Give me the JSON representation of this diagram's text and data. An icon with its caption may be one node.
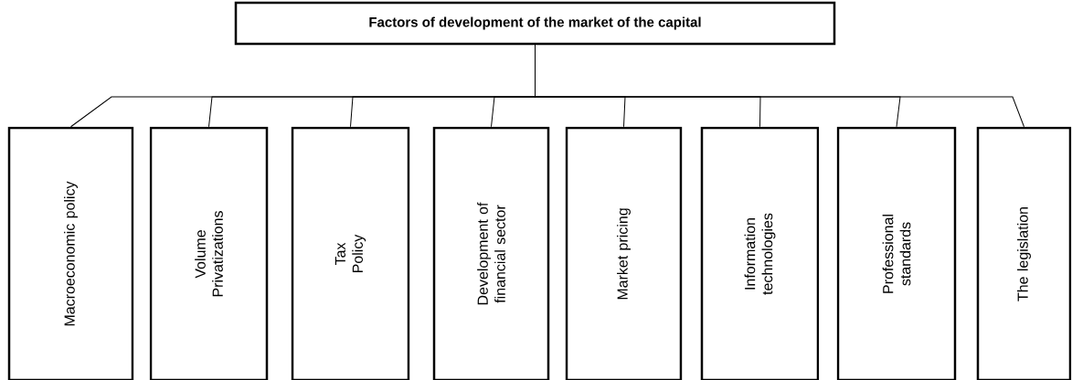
{
  "diagram": {
    "nodes": [
      {
        "text": [
          "Factors of development of the market of the capital"
        ]
      },
      {
        "text": [
          "Macroeconomic policy"
        ]
      },
      {
        "text": [
          "Volume Privatizations"
        ]
      },
      {
        "text": [
          "Tax Policy"
        ]
      },
      {
        "text": [
          "Development of financial sector"
        ]
      },
      {
        "text": [
          "Market pricing"
        ]
      },
      {
        "text": [
          "Information technologies"
        ]
      },
      {
        "text": [
          "Professional standards"
        ]
      },
      {
        "text": [
          "The legislation"
        ]
      }
    ],
    "edges": [
      {
        "from": 0,
        "to": 1,
        "arrow": "none"
      },
      {
        "from": 0,
        "to": 2,
        "arrow": "none"
      },
      {
        "from": 0,
        "to": 3,
        "arrow": "none"
      },
      {
        "from": 0,
        "to": 4,
        "arrow": "none"
      },
      {
        "from": 0,
        "to": 5,
        "arrow": "none"
      },
      {
        "from": 0,
        "to": 6,
        "arrow": "none"
      },
      {
        "from": 0,
        "to": 7,
        "arrow": "none"
      },
      {
        "from": 0,
        "to": 8,
        "arrow": "none"
      }
    ]
  }
}
